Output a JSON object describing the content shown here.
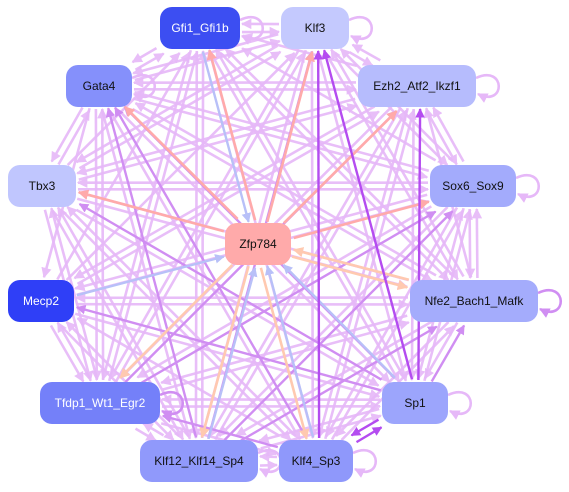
{
  "diagram": {
    "center": {
      "id": "zfp784",
      "label": "Zfp784",
      "fill": "#ffaaaa",
      "text": "#111111"
    },
    "nodes": [
      {
        "id": "gfi1",
        "label": "Gfi1_Gfi1b",
        "fill": "#3c4ef2",
        "text": "#ffffff"
      },
      {
        "id": "klf3",
        "label": "Klf3",
        "fill": "#c4c9fe",
        "text": "#111111"
      },
      {
        "id": "gata4",
        "label": "Gata4",
        "fill": "#8590fb",
        "text": "#111111"
      },
      {
        "id": "ezh2",
        "label": "Ezh2_Atf2_Ikzf1",
        "fill": "#b6bcfd",
        "text": "#111111"
      },
      {
        "id": "tbx3",
        "label": "Tbx3",
        "fill": "#c0c6fe",
        "text": "#111111"
      },
      {
        "id": "sox6",
        "label": "Sox6_Sox9",
        "fill": "#a3abfc",
        "text": "#111111"
      },
      {
        "id": "mecp2",
        "label": "Mecp2",
        "fill": "#2f3ff7",
        "text": "#ffffff"
      },
      {
        "id": "nfe2",
        "label": "Nfe2_Bach1_Mafk",
        "fill": "#a4acfc",
        "text": "#111111"
      },
      {
        "id": "tfdp1",
        "label": "Tfdp1_Wt1_Egr2",
        "fill": "#7480f9",
        "text": "#ffffff"
      },
      {
        "id": "sp1",
        "label": "Sp1",
        "fill": "#9ca5fc",
        "text": "#111111"
      },
      {
        "id": "klf12",
        "label": "Klf12_Klf14_Sp4",
        "fill": "#9099fb",
        "text": "#111111"
      },
      {
        "id": "klf4",
        "label": "Klf4_Sp3",
        "fill": "#8f98fb",
        "text": "#111111"
      }
    ],
    "edge_colors": {
      "light_violet": "#e6b8f8",
      "violet": "#d08ef2",
      "purple": "#b44cf0",
      "salmon": "#ffaaaa",
      "peach": "#ffc9b0",
      "periwinkle": "#b8c0f8"
    },
    "edges": [
      {
        "from": "zfp784",
        "to": "gfi1",
        "color": "salmon"
      },
      {
        "from": "zfp784",
        "to": "klf3",
        "color": "salmon"
      },
      {
        "from": "zfp784",
        "to": "gata4",
        "color": "salmon"
      },
      {
        "from": "zfp784",
        "to": "ezh2",
        "color": "salmon"
      },
      {
        "from": "zfp784",
        "to": "tbx3",
        "color": "salmon"
      },
      {
        "from": "zfp784",
        "to": "sox6",
        "color": "salmon"
      },
      {
        "from": "zfp784",
        "to": "nfe2",
        "color": "peach"
      },
      {
        "from": "zfp784",
        "to": "tfdp1",
        "color": "peach"
      },
      {
        "from": "zfp784",
        "to": "klf12",
        "color": "peach"
      },
      {
        "from": "zfp784",
        "to": "klf4",
        "color": "peach"
      },
      {
        "from": "gfi1",
        "to": "zfp784",
        "color": "periwinkle"
      },
      {
        "from": "mecp2",
        "to": "zfp784",
        "color": "periwinkle"
      },
      {
        "from": "klf12",
        "to": "zfp784",
        "color": "periwinkle"
      },
      {
        "from": "klf4",
        "to": "zfp784",
        "color": "periwinkle"
      },
      {
        "from": "sp1",
        "to": "zfp784",
        "color": "periwinkle"
      },
      {
        "from": "nfe2",
        "to": "zfp784",
        "color": "peach"
      },
      {
        "from": "sp1",
        "to": "klf3",
        "color": "purple"
      },
      {
        "from": "sp1",
        "to": "klf4",
        "color": "purple"
      },
      {
        "from": "klf4",
        "to": "sp1",
        "color": "purple"
      },
      {
        "from": "klf4",
        "to": "klf3",
        "color": "purple"
      },
      {
        "from": "sp1",
        "to": "ezh2",
        "color": "purple"
      },
      {
        "from": "klf12",
        "to": "gata4",
        "color": "violet"
      },
      {
        "from": "sp1",
        "to": "gata4",
        "color": "violet"
      },
      {
        "from": "klf4",
        "to": "gata4",
        "color": "violet"
      },
      {
        "from": "tfdp1",
        "to": "sox6",
        "color": "violet"
      },
      {
        "from": "tfdp1",
        "to": "ezh2",
        "color": "violet"
      },
      {
        "from": "klf12",
        "to": "sox6",
        "color": "violet"
      },
      {
        "from": "klf12",
        "to": "nfe2",
        "color": "violet"
      },
      {
        "from": "sp1",
        "to": "tbx3",
        "color": "violet"
      },
      {
        "from": "klf4",
        "to": "tfdp1",
        "color": "violet"
      },
      {
        "from": "sp1",
        "to": "mecp2",
        "color": "violet"
      },
      {
        "from": "klf12",
        "to": "klf3",
        "color": "violet"
      },
      {
        "from": "sp1",
        "to": "nfe2",
        "color": "violet"
      },
      {
        "from": "gfi1",
        "to": "klf3",
        "color": "light_violet"
      },
      {
        "from": "klf3",
        "to": "gfi1",
        "color": "light_violet"
      },
      {
        "from": "gata4",
        "to": "gfi1",
        "color": "light_violet"
      },
      {
        "from": "gata4",
        "to": "klf3",
        "color": "light_violet"
      },
      {
        "from": "gata4",
        "to": "ezh2",
        "color": "light_violet"
      },
      {
        "from": "gata4",
        "to": "sox6",
        "color": "light_violet"
      },
      {
        "from": "gata4",
        "to": "nfe2",
        "color": "light_violet"
      },
      {
        "from": "gata4",
        "to": "sp1",
        "color": "light_violet"
      },
      {
        "from": "gata4",
        "to": "klf4",
        "color": "light_violet"
      },
      {
        "from": "gata4",
        "to": "klf12",
        "color": "light_violet"
      },
      {
        "from": "gata4",
        "to": "tfdp1",
        "color": "light_violet"
      },
      {
        "from": "gata4",
        "to": "mecp2",
        "color": "light_violet"
      },
      {
        "from": "gata4",
        "to": "tbx3",
        "color": "light_violet"
      },
      {
        "from": "tbx3",
        "to": "gfi1",
        "color": "light_violet"
      },
      {
        "from": "tbx3",
        "to": "klf3",
        "color": "light_violet"
      },
      {
        "from": "tbx3",
        "to": "ezh2",
        "color": "light_violet"
      },
      {
        "from": "tbx3",
        "to": "sox6",
        "color": "light_violet"
      },
      {
        "from": "tbx3",
        "to": "nfe2",
        "color": "light_violet"
      },
      {
        "from": "tbx3",
        "to": "sp1",
        "color": "light_violet"
      },
      {
        "from": "tbx3",
        "to": "klf4",
        "color": "light_violet"
      },
      {
        "from": "tbx3",
        "to": "klf12",
        "color": "light_violet"
      },
      {
        "from": "tbx3",
        "to": "tfdp1",
        "color": "light_violet"
      },
      {
        "from": "tbx3",
        "to": "gata4",
        "color": "light_violet"
      },
      {
        "from": "mecp2",
        "to": "gfi1",
        "color": "light_violet"
      },
      {
        "from": "mecp2",
        "to": "klf3",
        "color": "light_violet"
      },
      {
        "from": "mecp2",
        "to": "ezh2",
        "color": "light_violet"
      },
      {
        "from": "mecp2",
        "to": "sox6",
        "color": "light_violet"
      },
      {
        "from": "mecp2",
        "to": "nfe2",
        "color": "light_violet"
      },
      {
        "from": "mecp2",
        "to": "sp1",
        "color": "light_violet"
      },
      {
        "from": "mecp2",
        "to": "tfdp1",
        "color": "light_violet"
      },
      {
        "from": "mecp2",
        "to": "klf12",
        "color": "light_violet"
      },
      {
        "from": "tfdp1",
        "to": "gfi1",
        "color": "light_violet"
      },
      {
        "from": "tfdp1",
        "to": "klf3",
        "color": "light_violet"
      },
      {
        "from": "tfdp1",
        "to": "gata4",
        "color": "light_violet"
      },
      {
        "from": "tfdp1",
        "to": "tbx3",
        "color": "light_violet"
      },
      {
        "from": "tfdp1",
        "to": "mecp2",
        "color": "light_violet"
      },
      {
        "from": "tfdp1",
        "to": "nfe2",
        "color": "light_violet"
      },
      {
        "from": "tfdp1",
        "to": "sp1",
        "color": "light_violet"
      },
      {
        "from": "tfdp1",
        "to": "klf12",
        "color": "light_violet"
      },
      {
        "from": "tfdp1",
        "to": "klf4",
        "color": "light_violet"
      },
      {
        "from": "klf12",
        "to": "gfi1",
        "color": "light_violet"
      },
      {
        "from": "klf12",
        "to": "ezh2",
        "color": "light_violet"
      },
      {
        "from": "klf12",
        "to": "tbx3",
        "color": "light_violet"
      },
      {
        "from": "klf12",
        "to": "mecp2",
        "color": "light_violet"
      },
      {
        "from": "klf12",
        "to": "tfdp1",
        "color": "light_violet"
      },
      {
        "from": "klf12",
        "to": "sp1",
        "color": "light_violet"
      },
      {
        "from": "klf12",
        "to": "klf4",
        "color": "light_violet"
      },
      {
        "from": "klf4",
        "to": "gfi1",
        "color": "light_violet"
      },
      {
        "from": "klf4",
        "to": "ezh2",
        "color": "light_violet"
      },
      {
        "from": "klf4",
        "to": "sox6",
        "color": "light_violet"
      },
      {
        "from": "klf4",
        "to": "nfe2",
        "color": "light_violet"
      },
      {
        "from": "klf4",
        "to": "tbx3",
        "color": "light_violet"
      },
      {
        "from": "klf4",
        "to": "mecp2",
        "color": "light_violet"
      },
      {
        "from": "klf4",
        "to": "klf12",
        "color": "light_violet"
      },
      {
        "from": "sp1",
        "to": "gfi1",
        "color": "light_violet"
      },
      {
        "from": "sp1",
        "to": "sox6",
        "color": "light_violet"
      },
      {
        "from": "sp1",
        "to": "tfdp1",
        "color": "light_violet"
      },
      {
        "from": "sp1",
        "to": "klf12",
        "color": "light_violet"
      },
      {
        "from": "nfe2",
        "to": "gfi1",
        "color": "light_violet"
      },
      {
        "from": "nfe2",
        "to": "klf3",
        "color": "light_violet"
      },
      {
        "from": "nfe2",
        "to": "gata4",
        "color": "light_violet"
      },
      {
        "from": "nfe2",
        "to": "ezh2",
        "color": "light_violet"
      },
      {
        "from": "nfe2",
        "to": "tbx3",
        "color": "light_violet"
      },
      {
        "from": "nfe2",
        "to": "mecp2",
        "color": "light_violet"
      },
      {
        "from": "nfe2",
        "to": "tfdp1",
        "color": "light_violet"
      },
      {
        "from": "nfe2",
        "to": "sp1",
        "color": "light_violet"
      },
      {
        "from": "nfe2",
        "to": "klf12",
        "color": "light_violet"
      },
      {
        "from": "nfe2",
        "to": "klf4",
        "color": "light_violet"
      },
      {
        "from": "nfe2",
        "to": "sox6",
        "color": "light_violet"
      },
      {
        "from": "sox6",
        "to": "gfi1",
        "color": "light_violet"
      },
      {
        "from": "sox6",
        "to": "klf3",
        "color": "light_violet"
      },
      {
        "from": "sox6",
        "to": "gata4",
        "color": "light_violet"
      },
      {
        "from": "sox6",
        "to": "ezh2",
        "color": "light_violet"
      },
      {
        "from": "sox6",
        "to": "tbx3",
        "color": "light_violet"
      },
      {
        "from": "sox6",
        "to": "mecp2",
        "color": "light_violet"
      },
      {
        "from": "sox6",
        "to": "tfdp1",
        "color": "light_violet"
      },
      {
        "from": "sox6",
        "to": "sp1",
        "color": "light_violet"
      },
      {
        "from": "sox6",
        "to": "klf12",
        "color": "light_violet"
      },
      {
        "from": "sox6",
        "to": "klf4",
        "color": "light_violet"
      },
      {
        "from": "sox6",
        "to": "nfe2",
        "color": "light_violet"
      },
      {
        "from": "ezh2",
        "to": "gfi1",
        "color": "light_violet"
      },
      {
        "from": "ezh2",
        "to": "klf3",
        "color": "light_violet"
      },
      {
        "from": "ezh2",
        "to": "gata4",
        "color": "light_violet"
      },
      {
        "from": "ezh2",
        "to": "tbx3",
        "color": "light_violet"
      },
      {
        "from": "ezh2",
        "to": "mecp2",
        "color": "light_violet"
      },
      {
        "from": "ezh2",
        "to": "tfdp1",
        "color": "light_violet"
      },
      {
        "from": "ezh2",
        "to": "klf12",
        "color": "light_violet"
      },
      {
        "from": "ezh2",
        "to": "klf4",
        "color": "light_violet"
      },
      {
        "from": "ezh2",
        "to": "sp1",
        "color": "light_violet"
      },
      {
        "from": "ezh2",
        "to": "sox6",
        "color": "light_violet"
      },
      {
        "from": "klf3",
        "to": "gata4",
        "color": "light_violet"
      },
      {
        "from": "klf3",
        "to": "ezh2",
        "color": "light_violet"
      },
      {
        "from": "klf3",
        "to": "tbx3",
        "color": "light_violet"
      },
      {
        "from": "klf3",
        "to": "tfdp1",
        "color": "light_violet"
      },
      {
        "from": "klf3",
        "to": "klf12",
        "color": "light_violet"
      },
      {
        "from": "klf3",
        "to": "klf4",
        "color": "light_violet"
      },
      {
        "from": "klf3",
        "to": "sp1",
        "color": "light_violet"
      },
      {
        "from": "klf3",
        "to": "sox6",
        "color": "light_violet"
      },
      {
        "from": "klf3",
        "to": "nfe2",
        "color": "light_violet"
      },
      {
        "from": "gfi1",
        "to": "gata4",
        "color": "light_violet"
      },
      {
        "from": "gfi1",
        "to": "tfdp1",
        "color": "light_violet"
      },
      {
        "from": "gfi1",
        "to": "klf12",
        "color": "light_violet"
      },
      {
        "from": "gfi1",
        "to": "sp1",
        "color": "light_violet"
      },
      {
        "from": "gfi1",
        "to": "nfe2",
        "color": "light_violet"
      }
    ],
    "self_loops": [
      {
        "node": "gfi1",
        "color": "light_violet"
      },
      {
        "node": "klf3",
        "color": "light_violet"
      },
      {
        "node": "gata4",
        "color": "light_violet"
      },
      {
        "node": "ezh2",
        "color": "light_violet"
      },
      {
        "node": "sox6",
        "color": "light_violet"
      },
      {
        "node": "nfe2",
        "color": "violet"
      },
      {
        "node": "tfdp1",
        "color": "violet"
      },
      {
        "node": "sp1",
        "color": "light_violet"
      },
      {
        "node": "klf12",
        "color": "light_violet"
      },
      {
        "node": "klf4",
        "color": "light_violet"
      }
    ]
  }
}
